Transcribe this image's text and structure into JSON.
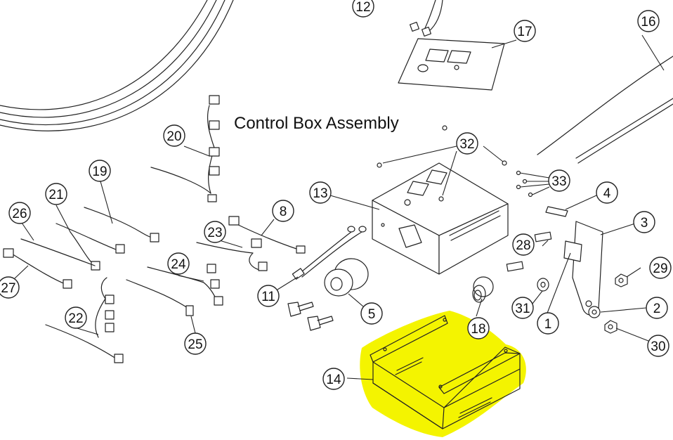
{
  "title": "Control Box Assembly",
  "highlight_color": "#f4f400",
  "line_color": "#222222",
  "highlighted_part": "14",
  "callouts": [
    "1",
    "2",
    "3",
    "4",
    "5",
    "8",
    "11",
    "12",
    "13",
    "14",
    "16",
    "17",
    "18",
    "19",
    "20",
    "21",
    "22",
    "23",
    "24",
    "25",
    "26",
    "27",
    "28",
    "29",
    "30",
    "31",
    "32",
    "33"
  ]
}
